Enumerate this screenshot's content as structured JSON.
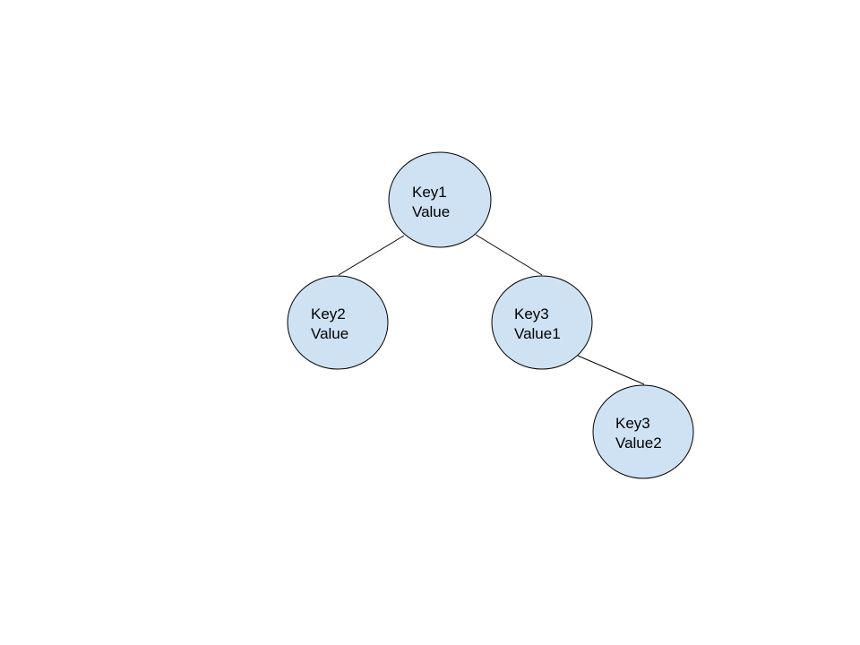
{
  "diagram": {
    "colors": {
      "node_fill": "#cfe2f3",
      "node_stroke": "#000000",
      "edge": "#000000",
      "background": "#ffffff"
    },
    "nodes": [
      {
        "id": "n1",
        "key": "Key1",
        "value": "Value"
      },
      {
        "id": "n2",
        "key": "Key2",
        "value": "Value"
      },
      {
        "id": "n3",
        "key": "Key3",
        "value": "Value1"
      },
      {
        "id": "n4",
        "key": "Key3",
        "value": "Value2"
      }
    ],
    "edges": [
      {
        "from": "n1",
        "to": "n2"
      },
      {
        "from": "n1",
        "to": "n3"
      },
      {
        "from": "n3",
        "to": "n4"
      }
    ]
  }
}
